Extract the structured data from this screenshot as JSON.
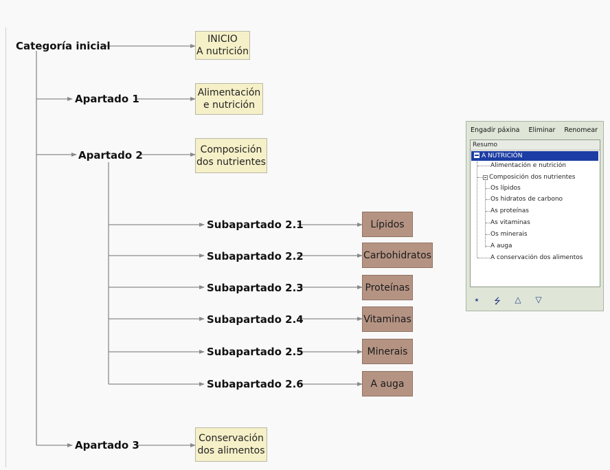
{
  "diagram": {
    "root_label": "Categoría inicial",
    "apartado_labels": [
      "Apartado 1",
      "Apartado 2",
      "Apartado 3"
    ],
    "subapartado_labels": [
      "Subapartado 2.1",
      "Subapartado 2.2",
      "Subapartado 2.3",
      "Subapartado 2.4",
      "Subapartado 2.5",
      "Subapartado 2.6"
    ],
    "boxes": {
      "inicio_line1": "INICIO",
      "inicio_line2": "A nutrición",
      "ap1_line1": "Alimentación",
      "ap1_line2": "e nutrición",
      "ap2_line1": "Composición",
      "ap2_line2": "dos nutrientes",
      "ap3_line1": "Conservación",
      "ap3_line2": "dos alimentos",
      "sub": [
        "Lípidos",
        "Carbohidratos",
        "Proteínas",
        "Vitaminas",
        "Minerais",
        "A auga"
      ]
    },
    "colors": {
      "yellow_box": "#f6f0c8",
      "brown_box": "#b59383",
      "connector": "#8a8a8a"
    }
  },
  "panel": {
    "toolbar": [
      "Engadir páxina",
      "Eliminar",
      "Renomear"
    ],
    "tree_header": "Resumo",
    "tree_root": "A NUTRICIÓN",
    "tree_items": {
      "alimentacion": "Alimentación e nutrición",
      "composicion": "Composición dos nutrientes",
      "children": [
        "Os lípidos",
        "Os hidratos de carbono",
        "As proteínas",
        "As vitaminas",
        "Os minerais",
        "A auga"
      ],
      "conservacion": "A conservación dos alimentos"
    },
    "buttons": [
      "promote-icon",
      "demote-icon",
      "move-up-icon",
      "move-down-icon"
    ],
    "selection_color": "#1c3da3"
  }
}
